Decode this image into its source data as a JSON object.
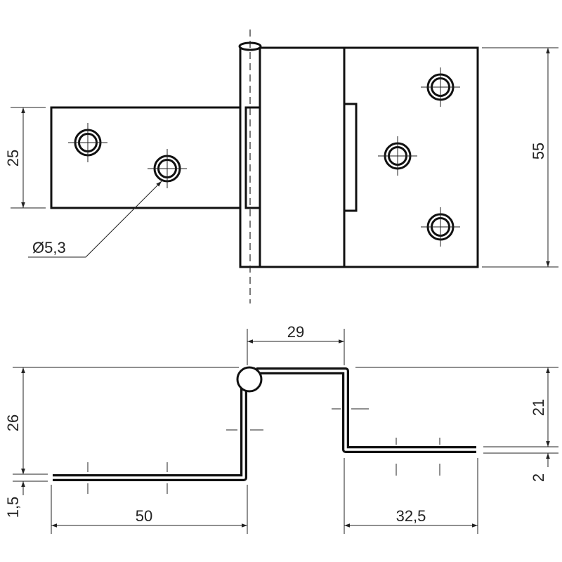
{
  "drawing": {
    "top_view": {
      "dimensions": {
        "left_leaf_height": "25",
        "overall_height": "55",
        "hole_diameter": "Ø5,3"
      }
    },
    "side_view": {
      "dimensions": {
        "offset_width": "29",
        "total_height": "26",
        "left_thickness": "1,5",
        "left_leaf_length": "50",
        "right_leaf_length": "32,5",
        "right_height": "21",
        "right_thickness": "2"
      }
    },
    "colors": {
      "line": "#111111",
      "background": "#ffffff"
    }
  }
}
